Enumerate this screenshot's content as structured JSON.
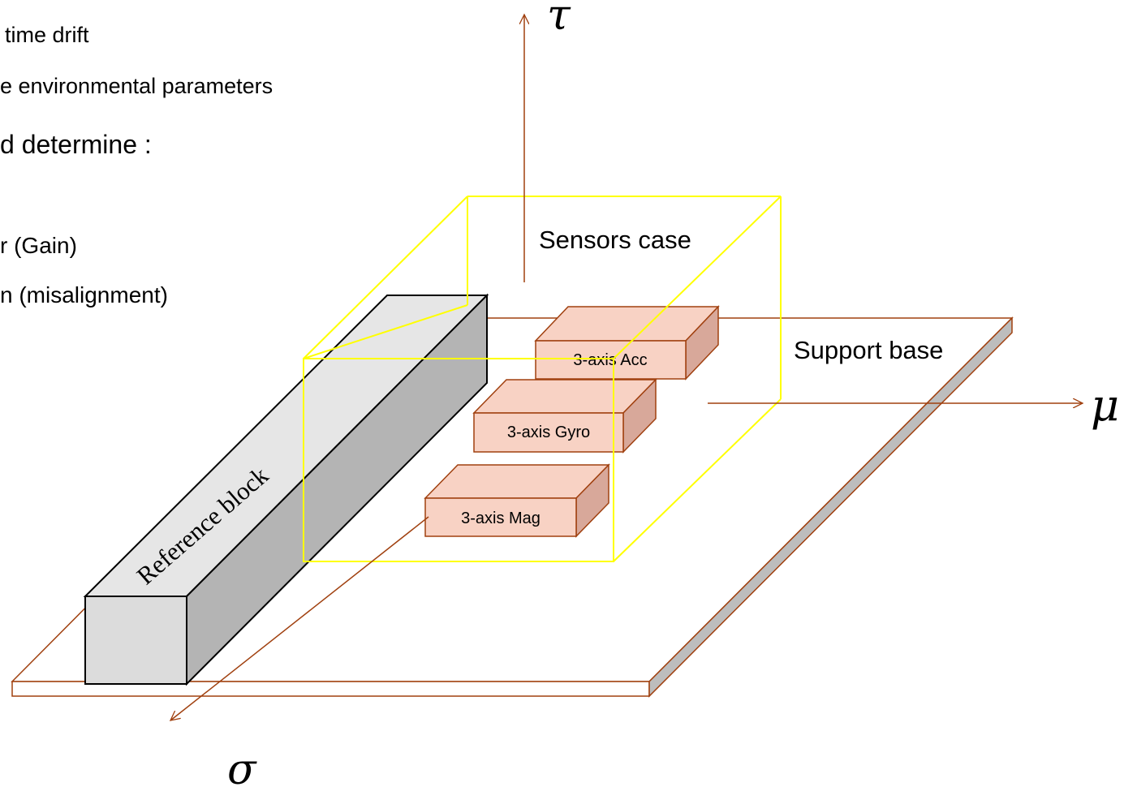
{
  "text_lines": [
    "time drift",
    "e environmental parameters",
    "d determine :",
    "r (Gain)",
    "n (misalignment)"
  ],
  "labels": {
    "sensors_case": "Sensors case",
    "support_base": "Support base",
    "reference_block": "Reference block",
    "acc": "3-axis Acc",
    "gyro": "3-axis Gyro",
    "mag": "3-axis Mag"
  },
  "axes": {
    "tau": "τ",
    "mu": "μ",
    "sigma": "σ"
  },
  "colors": {
    "axis": "#a0400f",
    "case": "#ffff00",
    "sensor_fill": "#f8d2c4",
    "sensor_side": "#d8a89a",
    "sensor_stroke": "#a0400f",
    "block_front": "#dcdcdc",
    "block_top": "#e6e6e6",
    "block_side": "#b4b4b4",
    "base_edge": "#bdbdbd"
  }
}
